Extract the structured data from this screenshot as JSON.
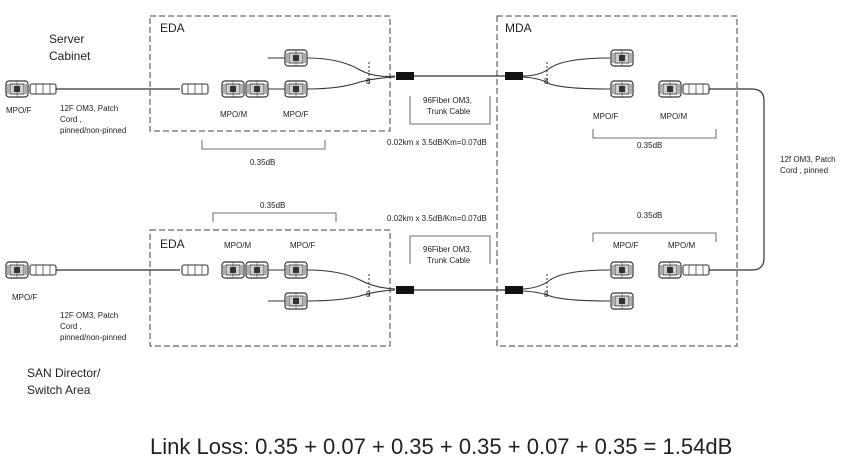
{
  "labels": {
    "server_cabinet_l1": "Server",
    "server_cabinet_l2": "Cabinet",
    "san_l1": "SAN Director/",
    "san_l2": "Switch Area",
    "eda_top": "EDA",
    "eda_bottom": "EDA",
    "mda": "MDA",
    "mpo_f": "MPO/F",
    "mpo_m": "MPO/M",
    "patch_top_l1": "12F OM3, Patch",
    "patch_top_l2": "Cord ,",
    "patch_top_l3": "pinned/non-pinned",
    "patch_bot_l1": "12F OM3, Patch",
    "patch_bot_l2": "Cord ,",
    "patch_bot_l3": "pinned/non-pinned",
    "patch_right_l1": "12f OM3, Patch",
    "patch_right_l2": "Cord , pinned",
    "trunk_top_l1": "96Fiber OM3,",
    "trunk_top_l2": "Trunk Cable",
    "trunk_bot_l1": "96Fiber OM3,",
    "trunk_bot_l2": "Trunk Cable",
    "loss_035": "0.35dB",
    "loss_007": "0.02km x 3.5dB/Km=0.07dB",
    "fan_mark": "8",
    "link_loss": "Link Loss: 0.35 + 0.07 + 0.35 + 0.35 + 0.07 + 0.35 = 1.54dB"
  }
}
